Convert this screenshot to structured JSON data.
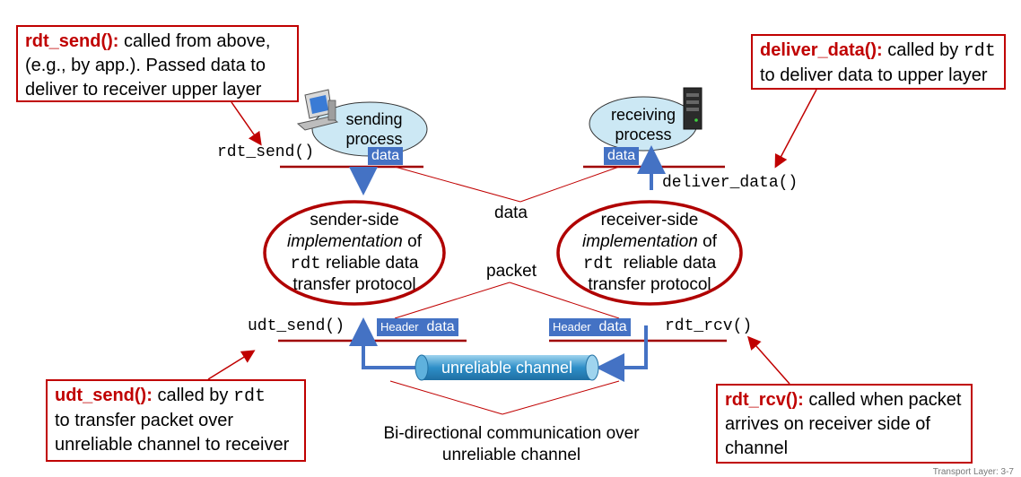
{
  "callouts": {
    "rdt_send": {
      "func": "rdt_send():",
      "line1": " called from above,",
      "line2": "(e.g., by app.). Passed data to",
      "line3": "deliver to receiver upper layer"
    },
    "deliver_data": {
      "func": "deliver_data():",
      "line1a": " called by ",
      "line1b": "rdt",
      "line2": "to deliver data to upper layer"
    },
    "udt_send": {
      "func": "udt_send():",
      "line1a": " called by ",
      "line1b": "rdt",
      "line2": "to transfer packet over",
      "line3": "unreliable channel to receiver"
    },
    "rdt_rcv": {
      "func": "rdt_rcv():",
      "line1": " called when packet",
      "line2": "arrives on receiver side of",
      "line3": "channel"
    }
  },
  "api_labels": {
    "rdt_send": "rdt_send()",
    "deliver_data": "deliver_data()",
    "udt_send": "udt_send()",
    "rdt_rcv": "rdt_rcv()"
  },
  "processes": {
    "sending": {
      "line1": "sending",
      "line2": "process"
    },
    "receiving": {
      "line1": "receiving",
      "line2": "process"
    }
  },
  "sender_impl": {
    "line1": "sender-side",
    "line2a": "implementation",
    "line2b": " of",
    "line3a": "rdt",
    "line3b": " reliable data",
    "line4": "transfer protocol"
  },
  "receiver_impl": {
    "line1": "receiver-side",
    "line2a": "implementation",
    "line2b": " of",
    "line3a": "rdt",
    "line3b": "  reliable data",
    "line4": "transfer protocol"
  },
  "tags": {
    "data": "data",
    "header": "Header"
  },
  "labels": {
    "data": "data",
    "packet": "packet",
    "channel": "unreliable channel",
    "bidir1": "Bi-directional communication over",
    "bidir2": "unreliable channel"
  },
  "footer": "Transport Layer: 3-7",
  "colors": {
    "accent": "#c00000",
    "blue": "#4472c4",
    "ellipse_fill": "#cce8f4"
  }
}
